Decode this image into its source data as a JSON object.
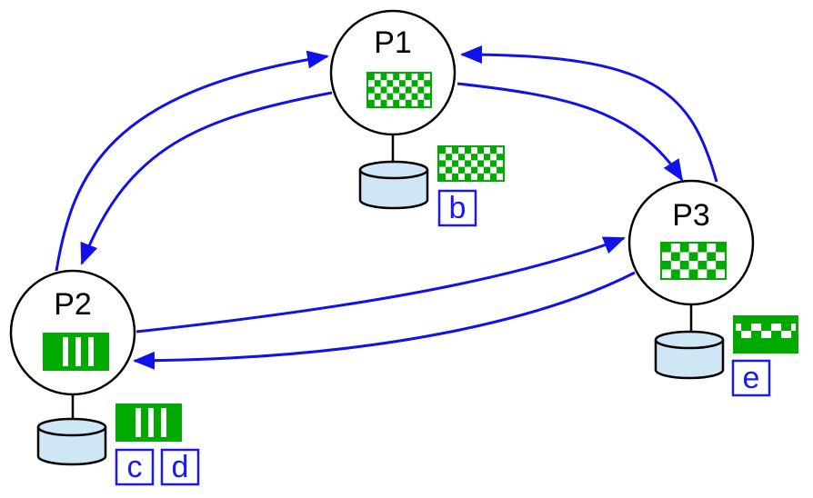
{
  "colors": {
    "arrow": "#1111ee",
    "pattern_green": "#00aa00",
    "disk_fill": "#cfe6f5",
    "label_box": "#1a1aee",
    "node_stroke": "#000000"
  },
  "nodes": [
    {
      "id": "p1",
      "label": "P1"
    },
    {
      "id": "p2",
      "label": "P2"
    },
    {
      "id": "p3",
      "label": "P3"
    }
  ],
  "labels": {
    "b": "b",
    "c": "c",
    "d": "d",
    "e": "e"
  },
  "edges": [
    {
      "from": "P2",
      "to": "P1"
    },
    {
      "from": "P1",
      "to": "P2"
    },
    {
      "from": "P1",
      "to": "P3"
    },
    {
      "from": "P3",
      "to": "P1"
    },
    {
      "from": "P2",
      "to": "P3"
    },
    {
      "from": "P3",
      "to": "P2"
    }
  ],
  "patterns": {
    "p1": "checkerboard",
    "p2": "vertical-stripes",
    "p3": "checkerboard-rows",
    "p3_disk": "zigzag"
  }
}
